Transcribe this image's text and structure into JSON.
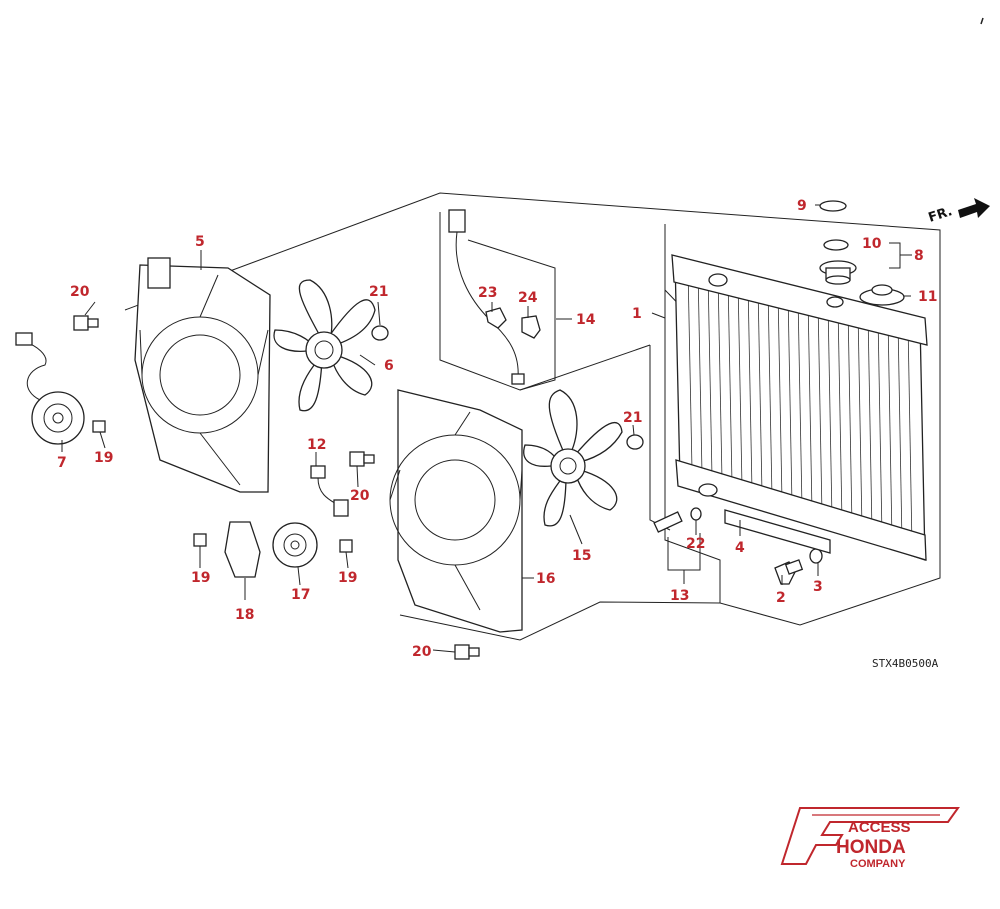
{
  "diagram_code": "STX4B0500A",
  "front_indicator": "FR.",
  "logo": {
    "line1": "ACCESS",
    "line2": "HONDA",
    "line3": "COMPANY",
    "color": "#c0272d"
  },
  "callout_color": "#c0272d",
  "callouts": {
    "c1": "1",
    "c2": "2",
    "c3": "3",
    "c4": "4",
    "c5": "5",
    "c6": "6",
    "c7": "7",
    "c8": "8",
    "c9": "9",
    "c10": "10",
    "c11": "11",
    "c12": "12",
    "c13": "13",
    "c14": "14",
    "c15": "15",
    "c16": "16",
    "c17": "17",
    "c18": "18",
    "c19a": "19",
    "c19b": "19",
    "c19c": "19",
    "c20a": "20",
    "c20b": "20",
    "c20c": "20",
    "c21a": "21",
    "c21b": "21",
    "c22": "22",
    "c23": "23",
    "c24": "24"
  }
}
